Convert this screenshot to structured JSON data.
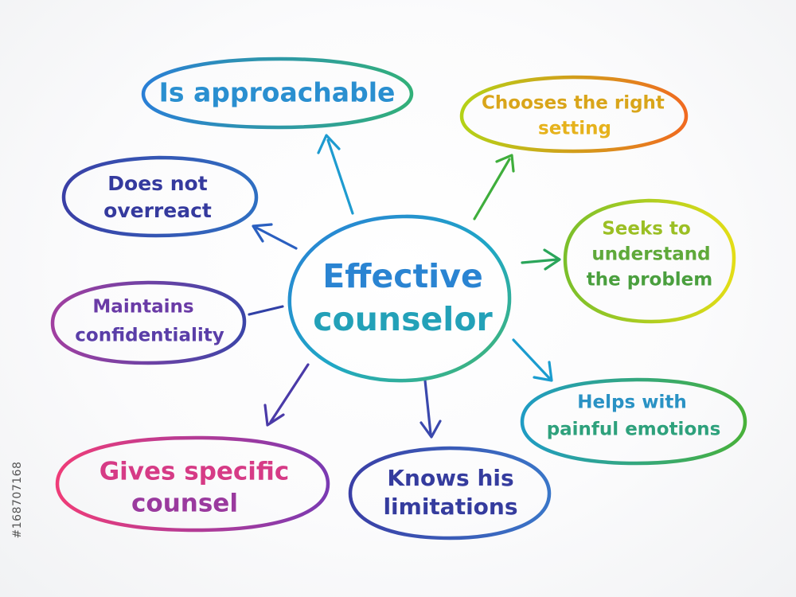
{
  "center": {
    "line1": "Effective",
    "line2": "counselor"
  },
  "nodes": {
    "approachable": {
      "line1": "Is approachable"
    },
    "setting": {
      "line1": "Chooses the right",
      "line2": "setting"
    },
    "overreact": {
      "line1": "Does not",
      "line2": "overreact"
    },
    "understand": {
      "line1": "Seeks to",
      "line2": "understand",
      "line3": "the problem"
    },
    "confidentiality": {
      "line1": "Maintains",
      "line2": "confidentiality"
    },
    "emotions": {
      "line1": "Helps with",
      "line2": "painful emotions"
    },
    "specific": {
      "line1": "Gives specific",
      "line2": "counsel"
    },
    "limitations": {
      "line1": "Knows his",
      "line2": "limitations"
    }
  },
  "colors": {
    "teal": "#1fa3c9",
    "blue": "#2a8ed8",
    "navy": "#33389a",
    "yellow_green": "#a8cc1c",
    "orange": "#f0a020",
    "yellow": "#e9e21a",
    "green": "#3fae3c",
    "purple": "#8a39a8",
    "magenta": "#e5397a",
    "violet": "#6a3fb0"
  },
  "watermark": "#168707168"
}
